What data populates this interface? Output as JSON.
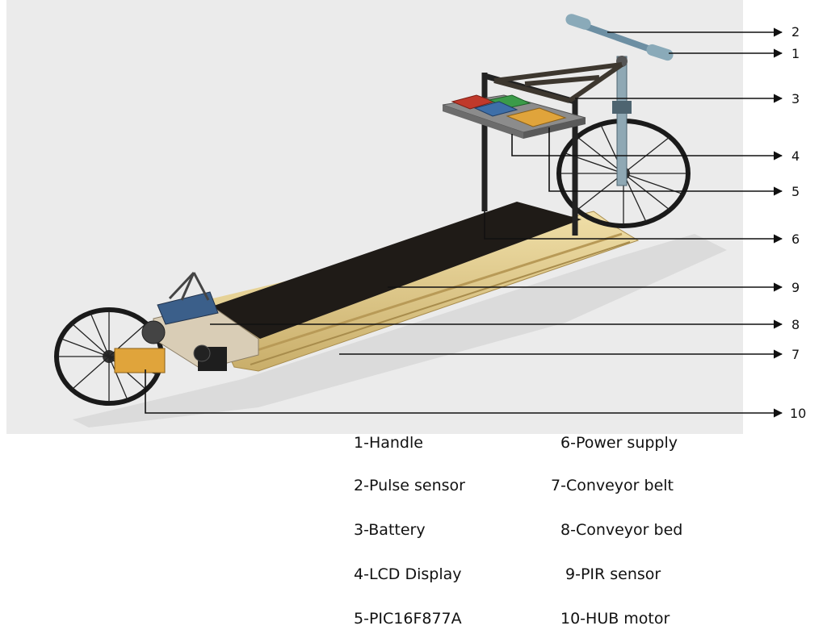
{
  "callouts": [
    "2",
    "1",
    "3",
    "4",
    "5",
    "6",
    "9",
    "8",
    "7",
    "10"
  ],
  "legend": {
    "left": [
      "1-Handle",
      "2-Pulse sensor",
      "3-Battery",
      "4-LCD Display",
      "5-PIC16F877A"
    ],
    "right": [
      "6-Power supply",
      "7-Conveyor belt",
      "8-Conveyor bed",
      "9-PIR sensor",
      "10-HUB motor"
    ]
  },
  "colors": {
    "background_panel": "#ebebeb",
    "belt": "#1f1b17",
    "rail": "#d9c489",
    "frame": "#222222",
    "battery": "#c0392b",
    "lcd": "#3e6fa8",
    "pic_board": "#3b9b49",
    "power_supply": "#e0a43b",
    "hub_motor_box": "#e0a43b",
    "pulse_sensor": "#6d8fa3"
  }
}
